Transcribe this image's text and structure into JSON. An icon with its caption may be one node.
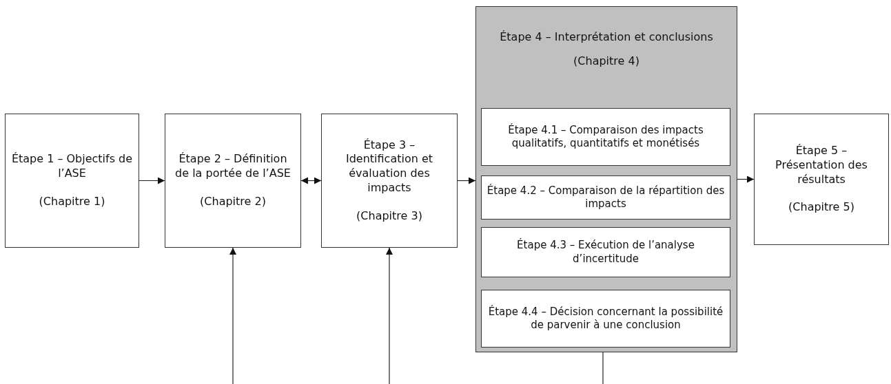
{
  "diagram": {
    "nodes": [
      {
        "text": [
          "Étape 1 – Objectifs de l’ASE",
          "(Chapitre 1)"
        ]
      },
      {
        "text": [
          "Étape 2 – Définition de la portée de l’ASE",
          "(Chapitre 2)"
        ]
      },
      {
        "text": [
          "Étape 3 – Identification et évaluation des impacts",
          "(Chapitre 3)"
        ]
      },
      {
        "text": [
          "Étape 4 – Interprétation et conclusions",
          "(Chapitre 4)"
        ]
      },
      {
        "text": [
          "Étape 4.1 – Comparaison des impacts qualitatifs, quantitatifs et monétisés"
        ],
        "in": 3
      },
      {
        "text": [
          "Étape 4.2 – Comparaison de la répartition des impacts"
        ],
        "in": 3
      },
      {
        "text": [
          "Étape 4.3 – Exécution de l’analyse d’incertitude"
        ],
        "in": 3
      },
      {
        "text": [
          "Étape 4.4 – Décision concernant la possibilité de parvenir à une conclusion"
        ],
        "in": 3
      },
      {
        "text": [
          "Étape 5 – Présentation des résultats",
          "(Chapitre 5)"
        ]
      }
    ],
    "edges": [
      {
        "from": 0,
        "to": 1,
        "arrow": "to"
      },
      {
        "from": 1,
        "to": 2,
        "arrow": "both"
      },
      {
        "from": 2,
        "to": 3,
        "arrow": "to"
      },
      {
        "from": 3,
        "to": 8,
        "arrow": "to"
      },
      {
        "from": null,
        "to": 1,
        "arrow": "to"
      },
      {
        "from": null,
        "to": 2,
        "arrow": "to"
      },
      {
        "from": 3,
        "to": null,
        "arrow": "none"
      }
    ]
  }
}
